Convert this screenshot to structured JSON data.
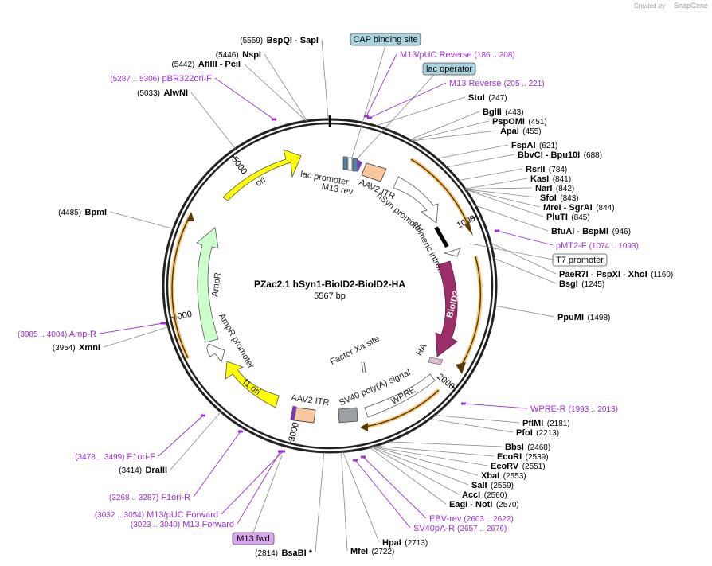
{
  "credit": {
    "text": "Created by",
    "brand": "SnapGene"
  },
  "plasmid": {
    "name": "PZac2.1 hSyn1-BioID2-BioID2-HA",
    "length": "5567 bp",
    "size_bp": 5567
  },
  "ticks": [
    {
      "label": "1000",
      "bp": 1000
    },
    {
      "label": "2000",
      "bp": 2000
    },
    {
      "label": "3000",
      "bp": 3000
    },
    {
      "label": "4000",
      "bp": 4000
    },
    {
      "label": "5000",
      "bp": 5000
    }
  ],
  "enzymes_right": [
    {
      "name": "StuI",
      "pos": "(247)",
      "bp": 247
    },
    {
      "name": "BglII",
      "pos": "(443)",
      "bp": 443
    },
    {
      "name": "PspOMI",
      "pos": "(451)",
      "bp": 451
    },
    {
      "name": "ApaI",
      "pos": "(455)",
      "bp": 455
    },
    {
      "name": "FspAI",
      "pos": "(621)",
      "bp": 621
    },
    {
      "name": "BbvCI - Bpu10I",
      "pos": "(688)",
      "bp": 688
    },
    {
      "name": "RsrII",
      "pos": "(784)",
      "bp": 784
    },
    {
      "name": "KasI",
      "pos": "(841)",
      "bp": 841
    },
    {
      "name": "NarI",
      "pos": "(842)",
      "bp": 842
    },
    {
      "name": "SfoI",
      "pos": "(843)",
      "bp": 843
    },
    {
      "name": "MreI - SgrAI",
      "pos": "(844)",
      "bp": 844
    },
    {
      "name": "PluTI",
      "pos": "(845)",
      "bp": 845
    },
    {
      "name": "BfuAI - BspMI",
      "pos": "(946)",
      "bp": 946
    },
    {
      "name": "PaeR7I - PspXI - XhoI",
      "pos": "(1160)",
      "bp": 1160
    },
    {
      "name": "BsgI",
      "pos": "(1245)",
      "bp": 1245
    },
    {
      "name": "PpuMI",
      "pos": "(1498)",
      "bp": 1498
    },
    {
      "name": "PflMI",
      "pos": "(2181)",
      "bp": 2181
    },
    {
      "name": "PfoI",
      "pos": "(2213)",
      "bp": 2213
    },
    {
      "name": "BbsI",
      "pos": "(2468)",
      "bp": 2468
    },
    {
      "name": "EcoRI",
      "pos": "(2539)",
      "bp": 2539
    },
    {
      "name": "EcoRV",
      "pos": "(2551)",
      "bp": 2551
    },
    {
      "name": "XbaI",
      "pos": "(2553)",
      "bp": 2553
    },
    {
      "name": "SalI",
      "pos": "(2559)",
      "bp": 2559
    },
    {
      "name": "AccI",
      "pos": "(2560)",
      "bp": 2560
    },
    {
      "name": "EagI - NotI",
      "pos": "(2570)",
      "bp": 2570
    },
    {
      "name": "HpaI",
      "pos": "(2713)",
      "bp": 2713
    },
    {
      "name": "MfeI",
      "pos": "(2722)",
      "bp": 2722
    }
  ],
  "enzymes_left": [
    {
      "name": "BspQI - SapI",
      "pos": "(5559)",
      "bp": 5559
    },
    {
      "name": "NspI",
      "pos": "(5446)",
      "bp": 5446
    },
    {
      "name": "AflIII - PciI",
      "pos": "(5442)",
      "bp": 5442
    },
    {
      "name": "AlwNI",
      "pos": "(5033)",
      "bp": 5033
    },
    {
      "name": "BpmI",
      "pos": "(4485)",
      "bp": 4485
    },
    {
      "name": "XmnI",
      "pos": "(3954)",
      "bp": 3954
    },
    {
      "name": "DraIII",
      "pos": "(3414)",
      "bp": 3414
    },
    {
      "name": "BsaBI *",
      "pos": "(2814)",
      "bp": 2814
    }
  ],
  "primers": [
    {
      "name": "M13/pUC Reverse",
      "range": "(186 .. 208)"
    },
    {
      "name": "M13 Reverse",
      "range": "(205 .. 221)"
    },
    {
      "name": "pMT2-F",
      "range": "(1074 .. 1093)"
    },
    {
      "name": "WPRE-R",
      "range": "(1993 .. 2013)"
    },
    {
      "name": "EBV-rev",
      "range": "(2603 .. 2622)"
    },
    {
      "name": "SV40pA-R",
      "range": "(2657 .. 2676)"
    },
    {
      "name": "M13/pUC Forward",
      "range": "(3032 .. 3054)"
    },
    {
      "name": "M13 Forward",
      "range": "(3023 .. 3040)"
    },
    {
      "name": "F1ori-R",
      "range": "(3268 .. 3287)"
    },
    {
      "name": "F1ori-F",
      "range": "(3478 .. 3499)"
    },
    {
      "name": "Amp-R",
      "range": "(3985 .. 4004)"
    },
    {
      "name": "pBR322ori-F",
      "range": "(5287 .. 5306)"
    }
  ],
  "boxed_labels": {
    "cap": "CAP binding site",
    "lac_operator": "lac operator",
    "t7": "T7 promoter",
    "m13fwd": "M13 fwd"
  },
  "features": {
    "ori": "ori",
    "lac_promoter": "lac promoter",
    "m13_rev": "M13 rev",
    "aav2_itr_1": "AAV2 ITR",
    "hsyn": "hSyn promoter",
    "chimeric_intron": "chimeric intron",
    "bioid2": "BioID2",
    "ha": "HA",
    "factor_xa": "Factor Xa site",
    "sv40": "SV40 poly(A) signal",
    "wpre": "WPRE",
    "aav2_itr_2": "AAV2 ITR",
    "f1_ori": "f1 ori",
    "ampr_promoter": "AmpR promoter",
    "ampr": "AmpR"
  },
  "colors": {
    "backbone": "#222222",
    "primer": "#9b30d9",
    "ori": "#ffff00",
    "bioid2": "#9c2f6a",
    "itr": "#f9c79b",
    "ampr": "#ccffcc",
    "orf_highlight": "#f3b64f",
    "cap_box": "#a9d3df",
    "m13fwd_box": "#d9a5ec",
    "sv40": "#9aa2a8"
  }
}
